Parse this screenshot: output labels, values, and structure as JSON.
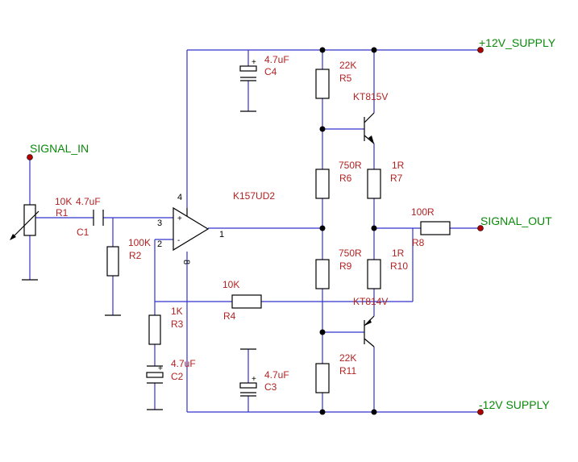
{
  "nets": {
    "signal_in": "SIGNAL_IN",
    "signal_out": "SIGNAL_OUT",
    "supply_pos": "+12V_SUPPLY",
    "supply_neg": "-12V SUPPLY"
  },
  "components": {
    "r1": {
      "ref": "R1",
      "value": "10K"
    },
    "c1": {
      "ref": "C1",
      "value": "4.7uF"
    },
    "r2": {
      "ref": "R2",
      "value": "100K"
    },
    "r3": {
      "ref": "R3",
      "value": "1K"
    },
    "c2": {
      "ref": "C2",
      "value": "4.7uF"
    },
    "r4": {
      "ref": "R4",
      "value": "10K"
    },
    "c4": {
      "ref": "C4",
      "value": "4.7uF"
    },
    "c3": {
      "ref": "C3",
      "value": "4.7uF"
    },
    "r5": {
      "ref": "R5",
      "value": "22K"
    },
    "r6": {
      "ref": "R6",
      "value": "750R"
    },
    "r9": {
      "ref": "R9",
      "value": "750R"
    },
    "r11": {
      "ref": "R11",
      "value": "22K"
    },
    "r7": {
      "ref": "R7",
      "value": "1R"
    },
    "r10": {
      "ref": "R10",
      "value": "1R"
    },
    "r8": {
      "ref": "R8",
      "value": "100R"
    },
    "q1": {
      "part": "KT815V"
    },
    "q2": {
      "part": "KT814V"
    },
    "u1": {
      "part": "K157UD2"
    }
  },
  "pins": {
    "u1_in_pos": "3",
    "u1_in_neg": "2",
    "u1_out": "1",
    "u1_vpos": "4",
    "u1_vneg": "8",
    "plus": "+",
    "minus": "-"
  }
}
